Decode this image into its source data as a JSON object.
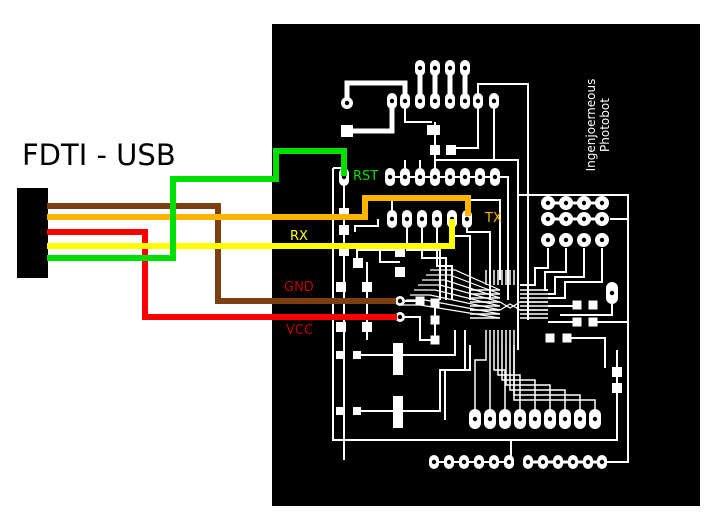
{
  "title": "FDTI - USB",
  "board": {
    "name_line1": "Ingenjoerneous",
    "name_line2": "Photobot",
    "background_color": "#000000",
    "trace_color": "#ffffff"
  },
  "connector": {
    "name": "FTDI USB cable connector",
    "color": "#000000"
  },
  "wires": [
    {
      "id": "gnd",
      "label": "GND",
      "color": "#7b3f12",
      "label_color": "#c00000"
    },
    {
      "id": "tx",
      "label": "TX",
      "color": "#ffb400",
      "label_color": "#ffb400"
    },
    {
      "id": "vcc",
      "label": "VCC",
      "color": "#ff0000",
      "label_color": "#c00000"
    },
    {
      "id": "rx",
      "label": "RX",
      "color": "#ffff00",
      "label_color": "#ffff00"
    },
    {
      "id": "rst",
      "label": "RST",
      "color": "#00e000",
      "label_color": "#00e000"
    }
  ],
  "labels": {
    "rst": "RST",
    "tx": "TX",
    "rx": "RX",
    "gnd": "GND",
    "vcc": "VCC"
  }
}
